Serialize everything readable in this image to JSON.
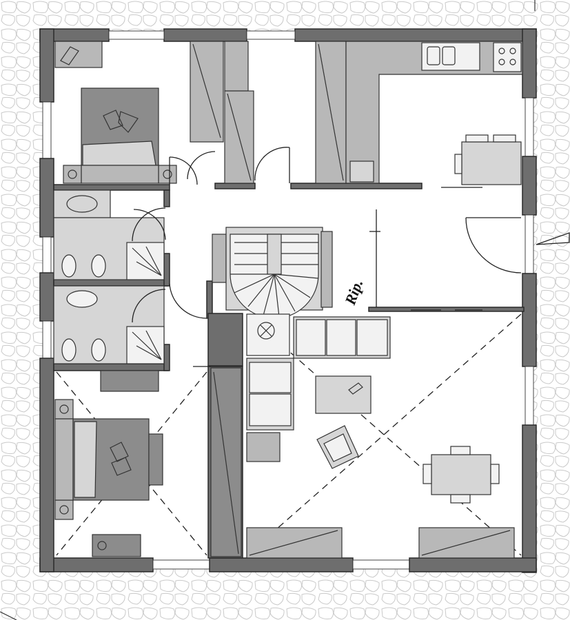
{
  "plan": {
    "labels": {
      "rip": "Rip."
    },
    "colors": {
      "wall": "#6e6e6e",
      "furniture_dark": "#8c8c8c",
      "furniture_mid": "#b8b8b8",
      "furniture_light": "#d6d6d6",
      "background": "#ffffff",
      "paving_outline": "#c9c9c9"
    },
    "rooms": [
      {
        "name": "bedroom-1",
        "icon": "double-bed-icon"
      },
      {
        "name": "bathroom-1",
        "icon": "washbasin-icon"
      },
      {
        "name": "bathroom-2",
        "icon": "washbasin-icon"
      },
      {
        "name": "bedroom-2",
        "icon": "double-bed-icon"
      },
      {
        "name": "closets",
        "icon": "wardrobe-icon"
      },
      {
        "name": "kitchen",
        "icon": "sink-icon"
      },
      {
        "name": "living-room",
        "icon": "sofa-icon"
      },
      {
        "name": "staircase",
        "icon": "spiral-stair-icon"
      }
    ]
  }
}
